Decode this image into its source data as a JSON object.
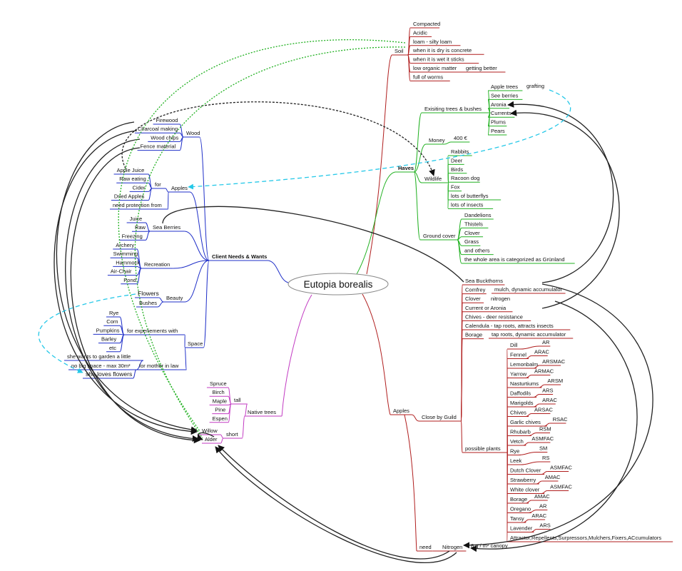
{
  "root": "Eutopia borealis",
  "colors": {
    "blue": "#1f2fc8",
    "red": "#b01e1e",
    "green": "#22b122",
    "magenta": "#c23ac2",
    "dark": "#222222",
    "cyan": "#25c8e8"
  },
  "soil": {
    "label": "Soil",
    "items": [
      "Compacted",
      "Acidic",
      "loam - silty loam",
      "when it is dry is concrete",
      "when it is wet it sticks",
      "low organic matter",
      "full of worms"
    ],
    "note": "getting better"
  },
  "haves": {
    "label": "Haves",
    "existing": {
      "label": "Exisiting trees & bushes",
      "items": [
        "Apple trees",
        "See berries",
        "Aronia",
        "Currents",
        "Plums",
        "Pears"
      ],
      "grafting": "grafting"
    },
    "money": {
      "label": "Money",
      "value": "400 €"
    },
    "wildlife": {
      "label": "Wildlife",
      "items": [
        "Rabbits",
        "Deer",
        "Birds",
        "Racoon dog",
        "Fox",
        "lots of butterflys",
        "lots of insects"
      ]
    },
    "ground": {
      "label": "Ground cover",
      "items": [
        "Dandelions",
        "Thistels",
        "Clover",
        "Grass",
        "and others",
        "the whole area is categorized as Grünland"
      ]
    }
  },
  "apples_branch": {
    "label": "Apples",
    "guild": {
      "label": "Close by Guild",
      "items": [
        "Sea Buckthorns",
        "Comfrey",
        "Clover",
        "Current or Aronia",
        "Chives - deer resistance",
        "Calendula - tap roots, attracts insects",
        "Borage"
      ],
      "notes": [
        "mulch, dynamic accumulator",
        "nitrogen",
        "tap roots, dynamic accumulator"
      ]
    },
    "possible": {
      "label": "possible plants",
      "plants": [
        {
          "name": "Dill",
          "code": "AR"
        },
        {
          "name": "Fennel",
          "code": "ARAC"
        },
        {
          "name": "Lemonbalm",
          "code": "ARSMAC"
        },
        {
          "name": "Yarrow",
          "code": "ARMAC"
        },
        {
          "name": "Nasturtiums",
          "code": "ARSM"
        },
        {
          "name": "Daffodils",
          "code": "ARS"
        },
        {
          "name": "Marigolds",
          "code": "ARAC"
        },
        {
          "name": "Chives",
          "code": "ARSAC"
        },
        {
          "name": "Garlic chives",
          "code": "RSAC"
        },
        {
          "name": "Rhubarb",
          "code": "RSM"
        },
        {
          "name": "Vetch",
          "code": "ASMFAC"
        },
        {
          "name": "Rye",
          "code": "SM"
        },
        {
          "name": "Leek",
          "code": "RS"
        },
        {
          "name": "Dutch Clover",
          "code": "ASMFAC"
        },
        {
          "name": "Strawberry",
          "code": "AMAC"
        },
        {
          "name": "White clover",
          "code": "ASMFAC"
        },
        {
          "name": "Borage",
          "code": "AMAC"
        },
        {
          "name": "Oregano",
          "code": "AR"
        },
        {
          "name": "Tansy",
          "code": "ARAC"
        },
        {
          "name": "Lavender",
          "code": "ARS"
        }
      ],
      "legend": "Attractor,Repellents,Surpressors,Mulchers,Fixers,ACcumulators"
    },
    "need": {
      "label": "need",
      "nitrogen": "Nitrogen",
      "amount": "8 g / m² canopy"
    }
  },
  "client": {
    "label": "Client Needs & Wants",
    "wood": {
      "label": "Wood",
      "items": [
        "Firewood",
        "Charcoal making",
        "Wood chips",
        "Fence material"
      ]
    },
    "apples": {
      "label": "Apples",
      "for": "for",
      "for_items": [
        "Apple Juice",
        "Raw eating",
        "Cider",
        "Dried Apples"
      ],
      "protection": "need protection from"
    },
    "seaberries": {
      "label": "Sea Berries",
      "items": [
        "Juice",
        "Raw",
        "Freezing"
      ]
    },
    "recreation": {
      "label": "Recreation",
      "items": [
        "Archery",
        "Swimming",
        "Hammock",
        "Air-Chair",
        "Pond"
      ]
    },
    "beauty": {
      "label": "Beauty",
      "items": [
        "Flowers",
        "Bushes"
      ]
    },
    "space": {
      "label": "Space",
      "experiments": "for experiements with",
      "exp_items": [
        "Rye",
        "Corn",
        "Pumpkins",
        "Barley",
        "etc"
      ],
      "mother": "for mother in law",
      "mother_items": [
        "she wants to garden a little",
        "no big space - max 30m²",
        "she loves flowers"
      ]
    }
  },
  "native": {
    "label": "Native trees",
    "tall": "tall",
    "tall_items": [
      "Spruce",
      "Birch",
      "Maple",
      "Pine",
      "Espen"
    ],
    "short": "short",
    "short_items": [
      "Willow",
      "Alder"
    ]
  }
}
